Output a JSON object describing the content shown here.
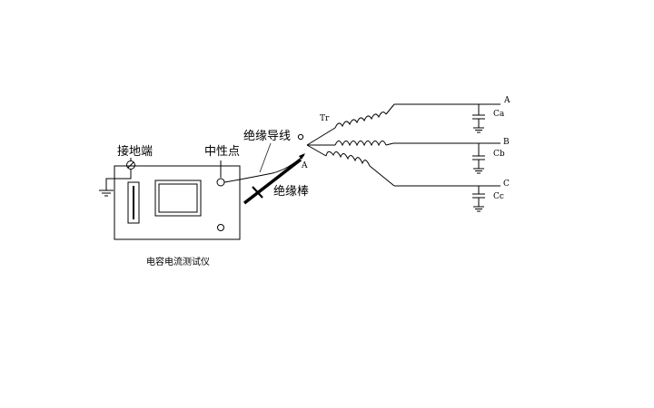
{
  "labels": {
    "ground_terminal": "接地端",
    "neutral_point": "中性点",
    "insulated_wire": "绝缘导线",
    "insulating_rod": "绝缘棒",
    "instrument_name": "电容电流测试仪",
    "point_a": "A",
    "transformer": "Tr"
  },
  "phases": [
    {
      "name": "A",
      "capacitor": "Ca"
    },
    {
      "name": "B",
      "capacitor": "Cb"
    },
    {
      "name": "C",
      "capacitor": "Cc"
    }
  ]
}
